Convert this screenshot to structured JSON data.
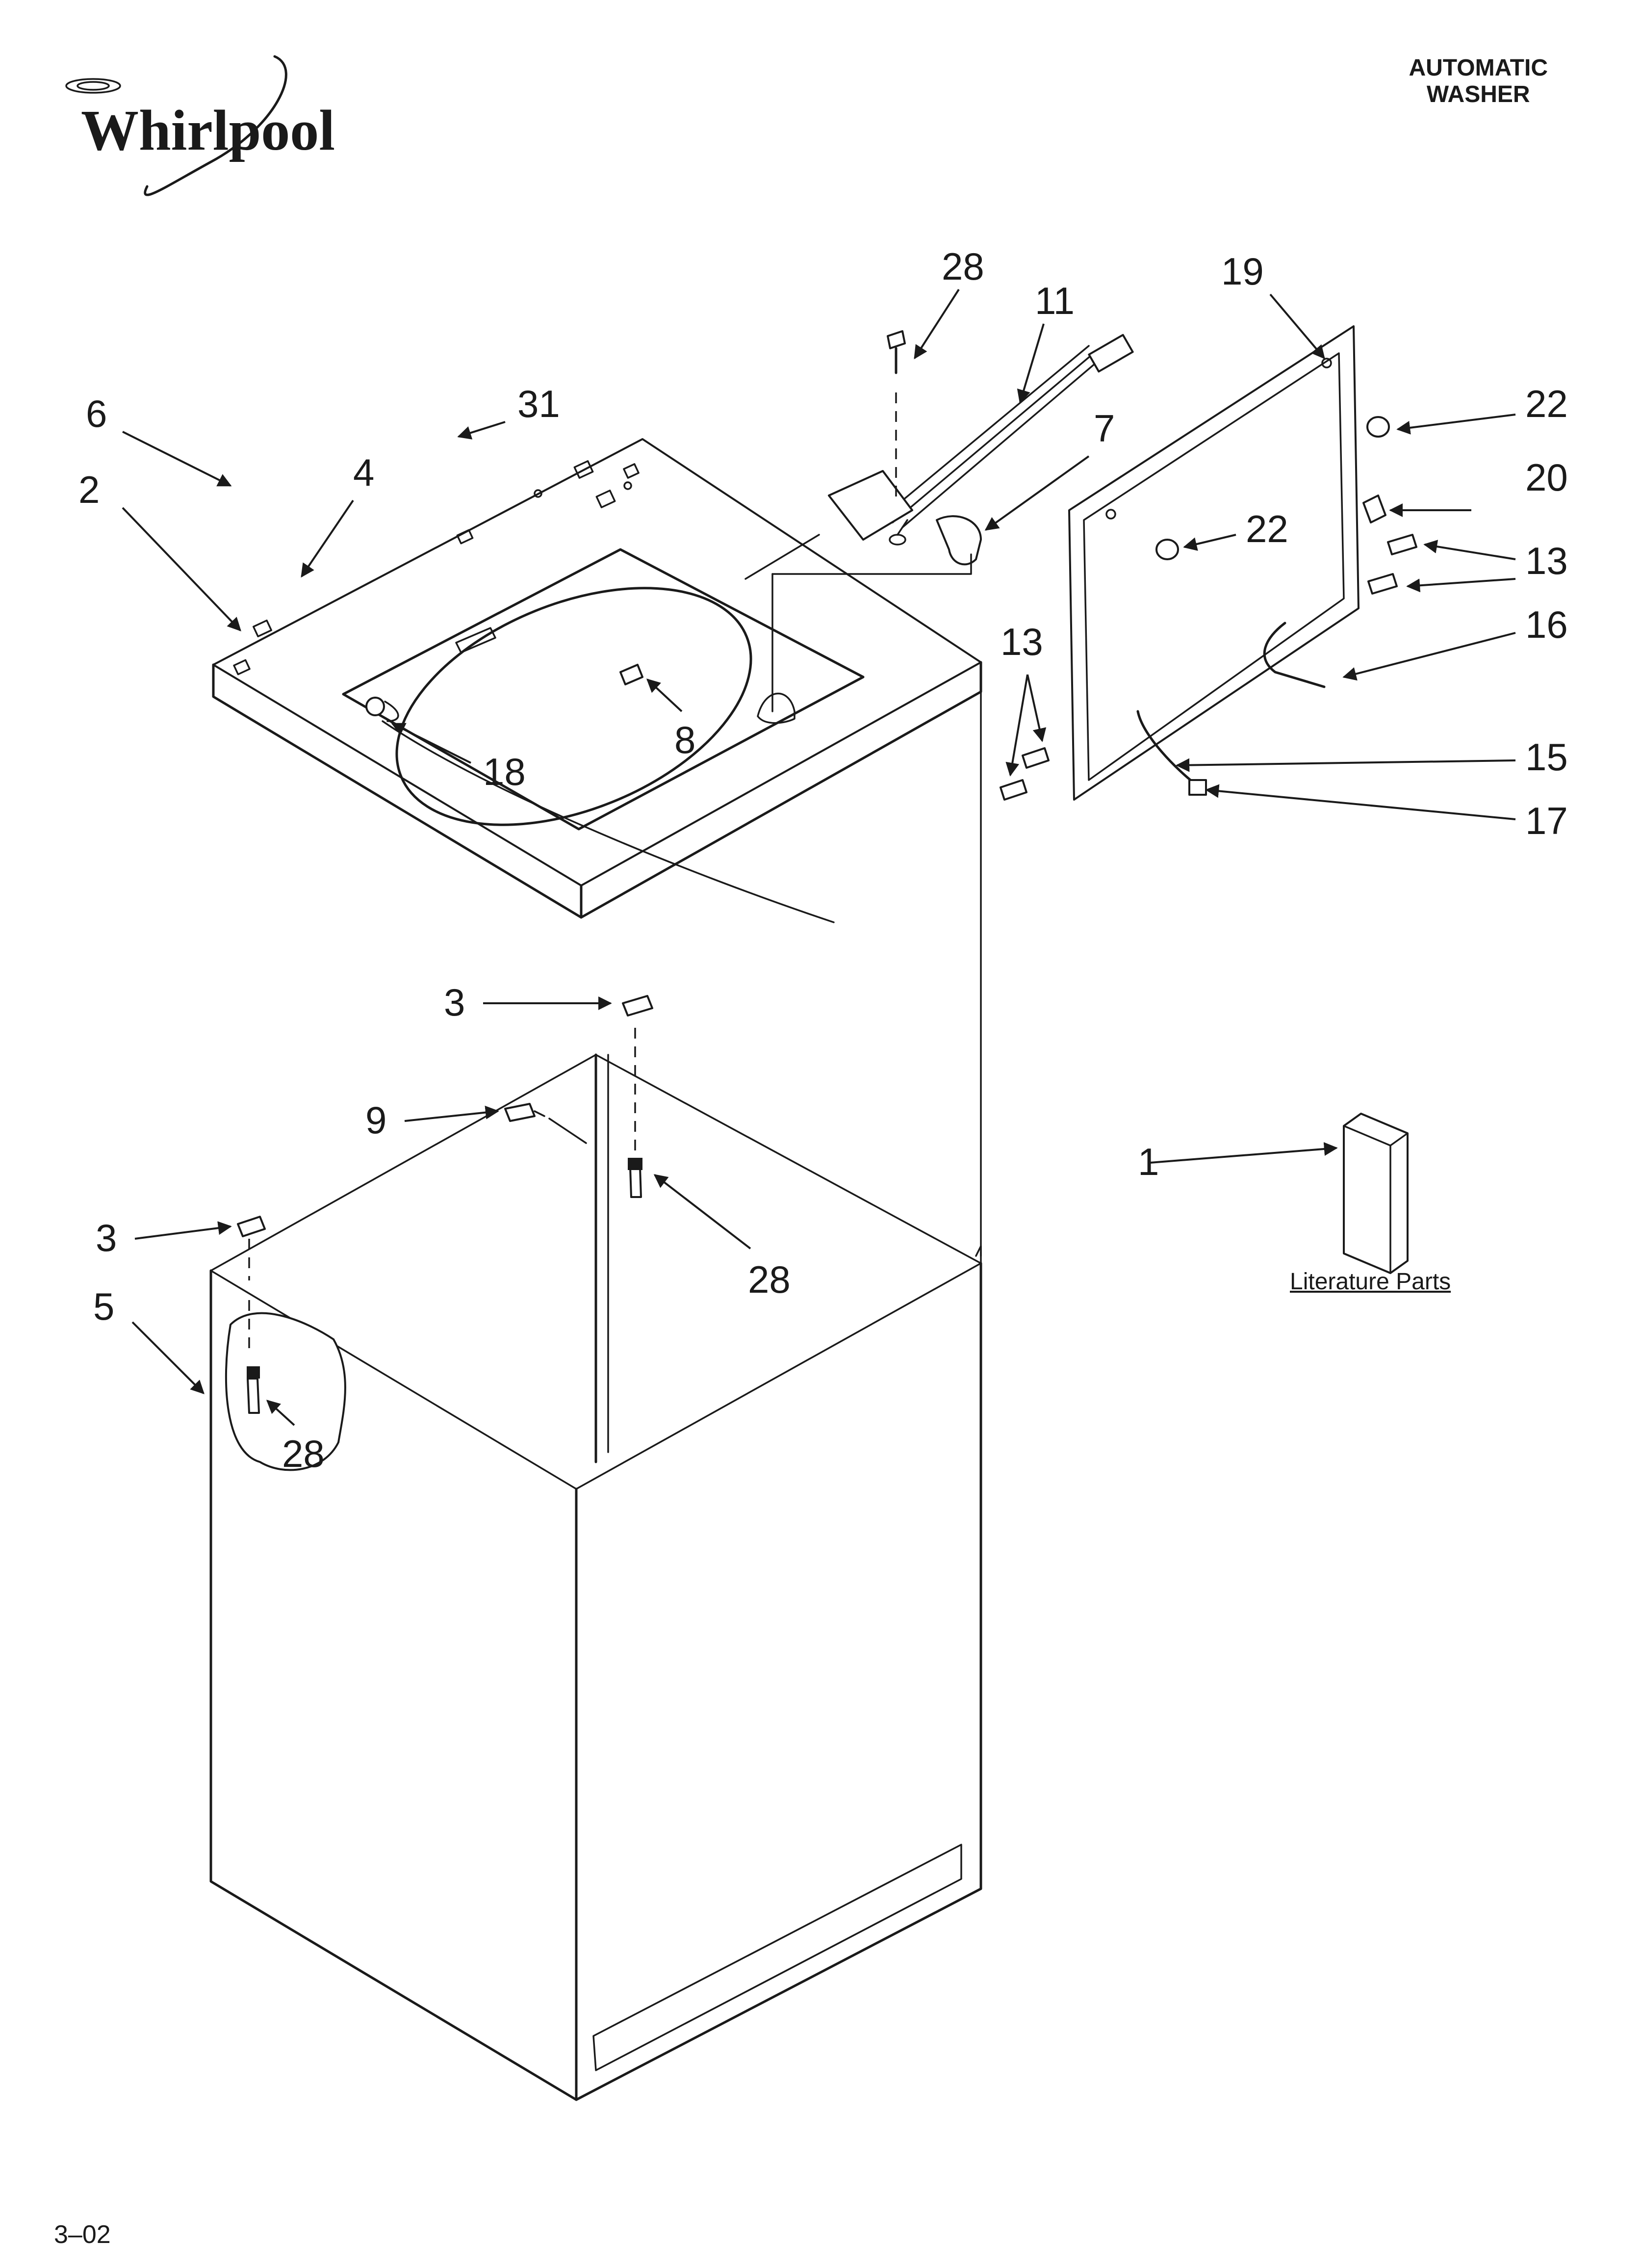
{
  "brand": {
    "logo_text": "Whirlpool"
  },
  "header": {
    "line1": "AUTOMATIC",
    "line2": "WASHER"
  },
  "literature_label": "Literature Parts",
  "footer": {
    "code": "3–02"
  },
  "callouts": {
    "c28_top": "28",
    "c11": "11",
    "c19": "19",
    "c22_right": "22",
    "c31": "31",
    "c6": "6",
    "c4": "4",
    "c2": "2",
    "c7": "7",
    "c20": "20",
    "c22_mid": "22",
    "c13_right": "13",
    "c16": "16",
    "c13_left": "13",
    "c15": "15",
    "c17": "17",
    "c8": "8",
    "c18": "18",
    "c3_upper": "3",
    "c9": "9",
    "c28_mid": "28",
    "c1": "1",
    "c3_lower": "3",
    "c5": "5",
    "c28_low": "28"
  }
}
